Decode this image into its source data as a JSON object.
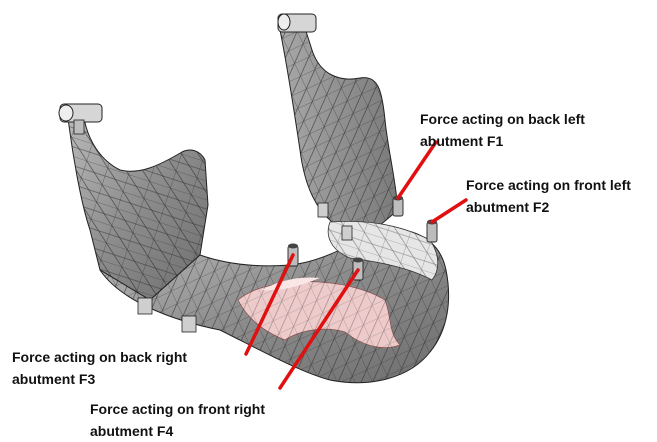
{
  "figure": {
    "subject": "mandible-with-four-implant-abutments"
  },
  "labels": {
    "f1": {
      "line1": "Force acting on back left",
      "line2": "abutment F1"
    },
    "f2": {
      "line1": "Force acting on front left",
      "line2": "abutment F2"
    },
    "f3": {
      "line1": "Force acting on back right",
      "line2": "abutment F3"
    },
    "f4": {
      "line1": "Force acting on front right",
      "line2": "abutment F4"
    }
  },
  "colors": {
    "force_arrow": "#e01010",
    "mesh_fill": "#9a9a9a",
    "mesh_light": "#c9c9c9",
    "mesh_line": "#2b2b2b",
    "bone_highlight": "#f3d0d0",
    "label_text": "#111111",
    "background": "#ffffff"
  }
}
